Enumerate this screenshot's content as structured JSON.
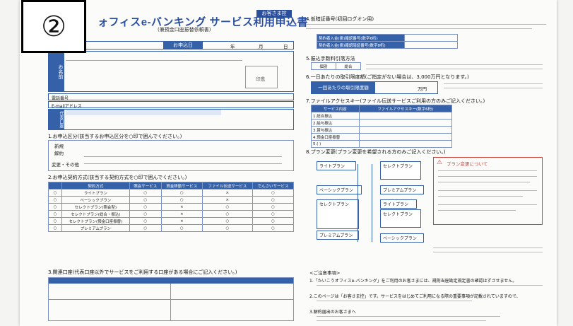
{
  "badge": "②",
  "title": "ォフィスe-バンキング サービス利用申込書",
  "subtitle": "(兼預金口座振替依頼書)",
  "customer_copy": "お客さま控",
  "form": {
    "apply_date": "お申込日",
    "date_parts": [
      "年",
      "月",
      "日"
    ],
    "name_label": "お名前",
    "phone_label": "電話番号",
    "email_label": "E-mailアドレス",
    "account_label": "代表口座",
    "seal_label": "印鑑"
  },
  "left_sections": [
    "1.お申込区分(該当するお申込区分を○印で囲んでください。)",
    "2.お申込契約方式(該当する契約方式を○印で囲んでください。)",
    "3.関連口座(代表口座以外でサービスをご利用する口座がある場合にご記入ください。)"
  ],
  "apply_types": [
    "新規",
    "解約",
    "変更・その他"
  ],
  "plan_table": {
    "headers": [
      "契約方式",
      "照会サービス",
      "資金移動サービス",
      "ファイル伝送サービス",
      "でんさいサービス"
    ],
    "rows": [
      "ライトプラン",
      "ベーシックプラン",
      "セレクトプラン(照会型)",
      "セレクトプラン(総合・振込)",
      "セレクトプラン(預金口座振替)",
      "プレミアムプラン"
    ]
  },
  "right_sections": [
    "4.仮暗証番号(初回ログオン用)",
    "5.振込手数料引落方法",
    "6.一日あたりの取引限度額(ご指定がない場合は、3,000万円となります。)",
    "7.ファイルアクセスキー(ファイル伝送サービスご利用の方のみご記入ください。)",
    "8.プラン変更(プラン変更を希望される方のみご記入ください。)"
  ],
  "pin_rows": [
    "契約者入金(振)確認番号(数字6桁)",
    "契約者入金(振)確認暗証番号(数字8桁)"
  ],
  "fee_options": [
    "個別",
    "総合"
  ],
  "limit_label": "一回あたりの取引限度額",
  "limit_unit": "万円",
  "access_table": {
    "headers": [
      "サービス内容",
      "ファイルアクセスキー(数字6桁)"
    ],
    "rows": [
      "1.総合振込",
      "2.給与振込",
      "3.賞与振込",
      "4.預金口座振替",
      "5.(    )"
    ]
  },
  "plans": {
    "light": "ライトプラン",
    "basic": "ベーシックプラン",
    "select": "セレクトプラン",
    "premium": "プレミアムプラン"
  },
  "warning_title": "プラン変更について",
  "notes_title": "<ご注意事項>",
  "notes": [
    "1.「たいこうオフィスe-バンキング」をご利用のお客さまには、規則当座勘定規定書の確認はずさせません。",
    "2.このページは「お客さま控」です。サービスをはじめてご利用になる際の重要事項が記載されていますので、",
    "3.解約届出のお客さまへ"
  ]
}
